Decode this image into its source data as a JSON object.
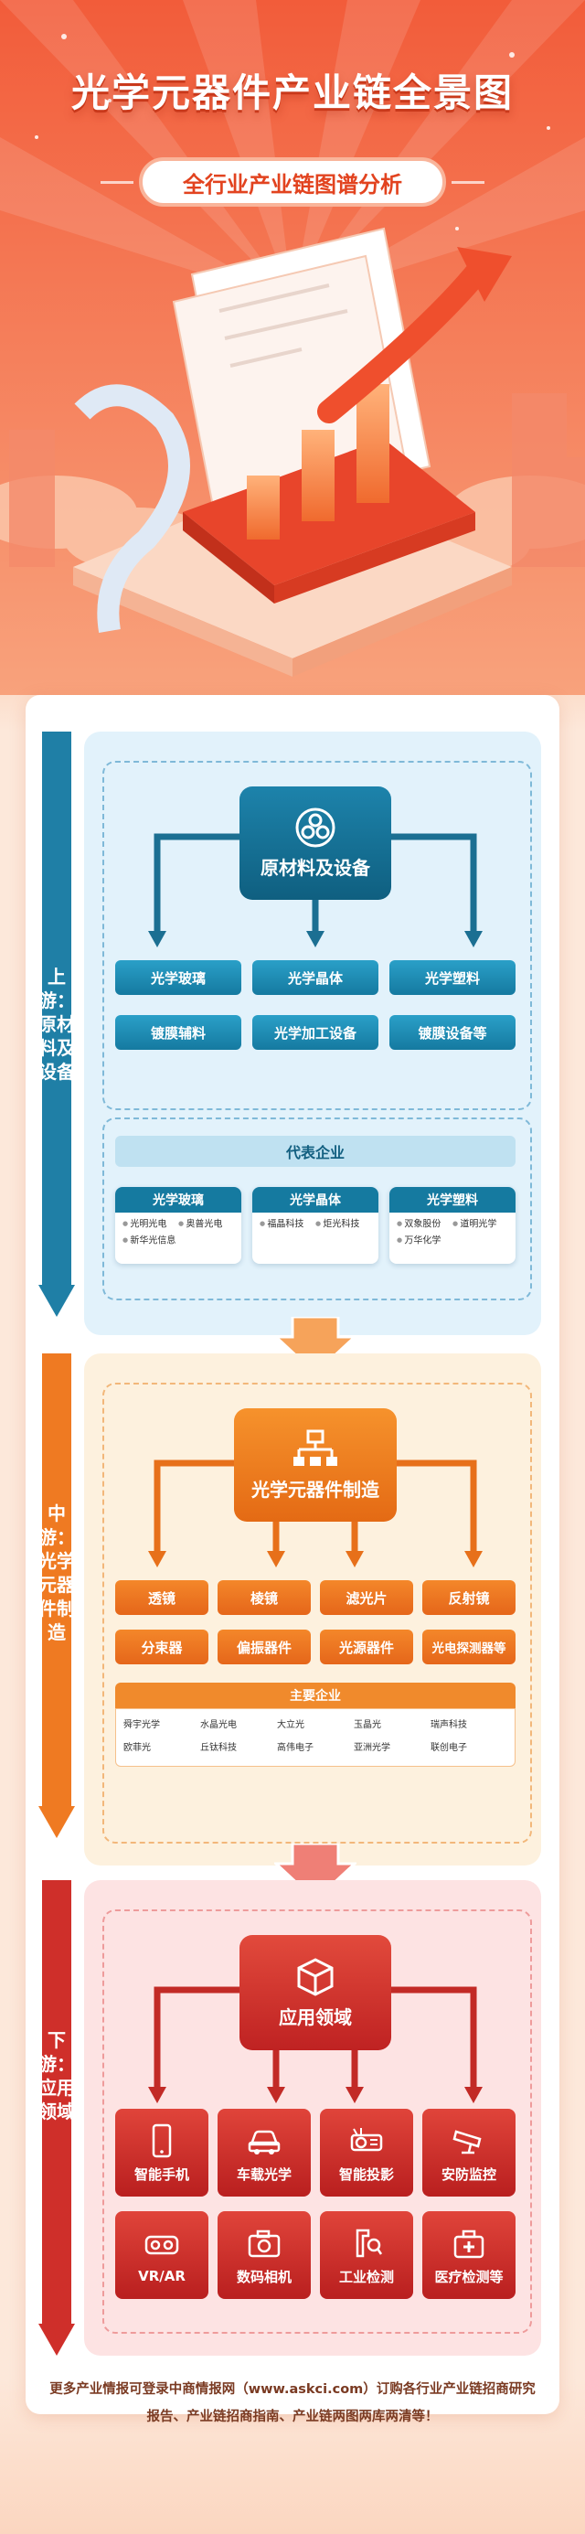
{
  "header": {
    "title": "光学元器件产业链全景图",
    "subtitle": "全行业产业链图谱分析"
  },
  "upstream": {
    "side_label": "上游：原材料及设备",
    "center_label": "原材料及设备",
    "items": [
      "光学玻璃",
      "光学晶体",
      "光学塑料",
      "镀膜辅料",
      "光学加工设备",
      "镀膜设备等"
    ],
    "rep_title": "代表企业",
    "rep_groups": [
      {
        "title": "光学玻璃",
        "companies": [
          "光明光电",
          "奥普光电",
          "新华光信息"
        ]
      },
      {
        "title": "光学晶体",
        "companies": [
          "福晶科技",
          "炬光科技"
        ]
      },
      {
        "title": "光学塑料",
        "companies": [
          "双象股份",
          "道明光学",
          "万华化学"
        ]
      }
    ]
  },
  "midstream": {
    "side_label": "中游：光学元器件制造",
    "center_label": "光学元器件制造",
    "items": [
      "透镜",
      "棱镜",
      "滤光片",
      "反射镜",
      "分束器",
      "偏振器件",
      "光源器件",
      "光电探测器等"
    ],
    "main_title": "主要企业",
    "companies": [
      "舜宇光学",
      "水晶光电",
      "大立光",
      "玉晶光",
      "瑞声科技",
      "欧菲光",
      "丘钛科技",
      "高伟电子",
      "亚洲光学",
      "联创电子"
    ]
  },
  "downstream": {
    "side_label": "下游：应用领域",
    "center_label": "应用领域",
    "apps": [
      {
        "label": "智能手机",
        "icon": "smartphone-icon"
      },
      {
        "label": "车载光学",
        "icon": "car-icon"
      },
      {
        "label": "智能投影",
        "icon": "projector-icon"
      },
      {
        "label": "安防监控",
        "icon": "cctv-camera-icon"
      },
      {
        "label": "VR/AR",
        "icon": "vr-headset-icon"
      },
      {
        "label": "数码相机",
        "icon": "camera-icon"
      },
      {
        "label": "工业检测",
        "icon": "industrial-tool-icon"
      },
      {
        "label": "医疗检测等",
        "icon": "medical-kit-icon"
      }
    ]
  },
  "footer": {
    "text": "更多产业情报可登录中商情报网（www.askci.com）订购各行业产业链招商研究报告、产业链招商指南、产业链两图两库两清等！"
  },
  "colors": {
    "blue_dark": "#126c8f",
    "blue_light": "#2a9ac2",
    "orange": "#f07a1a",
    "red": "#d52f2a"
  }
}
